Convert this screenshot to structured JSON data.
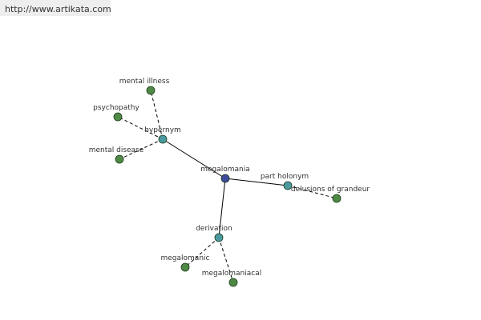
{
  "banner": {
    "url": "http://www.artikata.com"
  },
  "colors": {
    "root": "#3e4a9e",
    "relation": "#4a9aa0",
    "leaf": "#4f8a45",
    "edge": "#000000",
    "label": "#333333"
  },
  "graph": {
    "nodes": [
      {
        "id": "megalomania",
        "label": "megalomania",
        "kind": "root"
      },
      {
        "id": "hypernym",
        "label": "hypernym",
        "kind": "relation"
      },
      {
        "id": "part-holonym",
        "label": "part holonym",
        "kind": "relation"
      },
      {
        "id": "derivation",
        "label": "derivation",
        "kind": "relation"
      },
      {
        "id": "mental-illness",
        "label": "mental illness",
        "kind": "leaf"
      },
      {
        "id": "psychopathy",
        "label": "psychopathy",
        "kind": "leaf"
      },
      {
        "id": "mental-disease",
        "label": "mental disease",
        "kind": "leaf"
      },
      {
        "id": "delusions-of-grandeur",
        "label": "delusions of grandeur",
        "kind": "leaf"
      },
      {
        "id": "megalomanic",
        "label": "megalomanic",
        "kind": "leaf"
      },
      {
        "id": "megalomaniacal",
        "label": "megalomaniacal",
        "kind": "leaf"
      }
    ],
    "edges": [
      {
        "from": "megalomania",
        "to": "hypernym",
        "style": "solid"
      },
      {
        "from": "megalomania",
        "to": "part-holonym",
        "style": "solid"
      },
      {
        "from": "megalomania",
        "to": "derivation",
        "style": "solid"
      },
      {
        "from": "hypernym",
        "to": "mental-illness",
        "style": "dashed"
      },
      {
        "from": "hypernym",
        "to": "psychopathy",
        "style": "dashed"
      },
      {
        "from": "hypernym",
        "to": "mental-disease",
        "style": "dashed"
      },
      {
        "from": "part-holonym",
        "to": "delusions-of-grandeur",
        "style": "dashed"
      },
      {
        "from": "derivation",
        "to": "megalomanic",
        "style": "dashed"
      },
      {
        "from": "derivation",
        "to": "megalomaniacal",
        "style": "dashed"
      }
    ]
  }
}
